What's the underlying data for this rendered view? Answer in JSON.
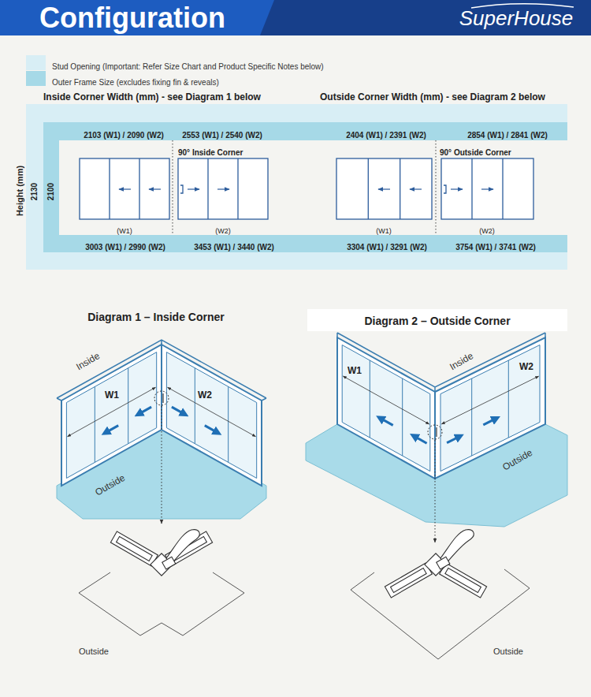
{
  "diagram": {
    "title": "Configuration",
    "nodes": [
      {
        "text": [
          "2130"
        ]
      },
      {
        "text": [
          "2103 (W1) / 2090 (W2)",
          "2553 (W1) / 2540 (W2)",
          "2404 (W1) / 2391 (W2)",
          "2854 (W1) / 2841 (W2)"
        ],
        "in": 0
      },
      {
        "text": [
          "2100"
        ],
        "in": 0
      },
      {
        "text": [
          "3003 (W1) / 2990 (W2)",
          "3453 (W1) / 3440 (W2)",
          "3304 (W1) / 3291 (W2)",
          "3754 (W1) / 3741 (W2)"
        ],
        "in": 0
      },
      {
        "text": [
          "Diagram 2 – Outside Corner"
        ]
      }
    ],
    "labels": [
      "SuperHouse",
      "Inside Corner Width (mm) - see Diagram 1 below",
      "Outside Corner Width (mm) - see Diagram 2 below",
      "Height (mm)",
      "90° Inside Corner",
      "(W1)",
      "(W2)",
      "90° Outside Corner",
      "(W1)",
      "(W2)",
      "Diagram 1 – Inside Corner",
      "Inside",
      "W1",
      "W2",
      "Outside",
      "Outside",
      "Inside",
      "W1",
      "W2",
      "Outside",
      "Outside"
    ],
    "legend": [
      {
        "text": "Stud Opening (Important: Refer Size Chart and Product Specific Notes below)",
        "color": "#d8eef5"
      },
      {
        "text": "Outer Frame Size (excludes fixing fin & reveals)",
        "color": "#a6d9e7"
      }
    ]
  }
}
